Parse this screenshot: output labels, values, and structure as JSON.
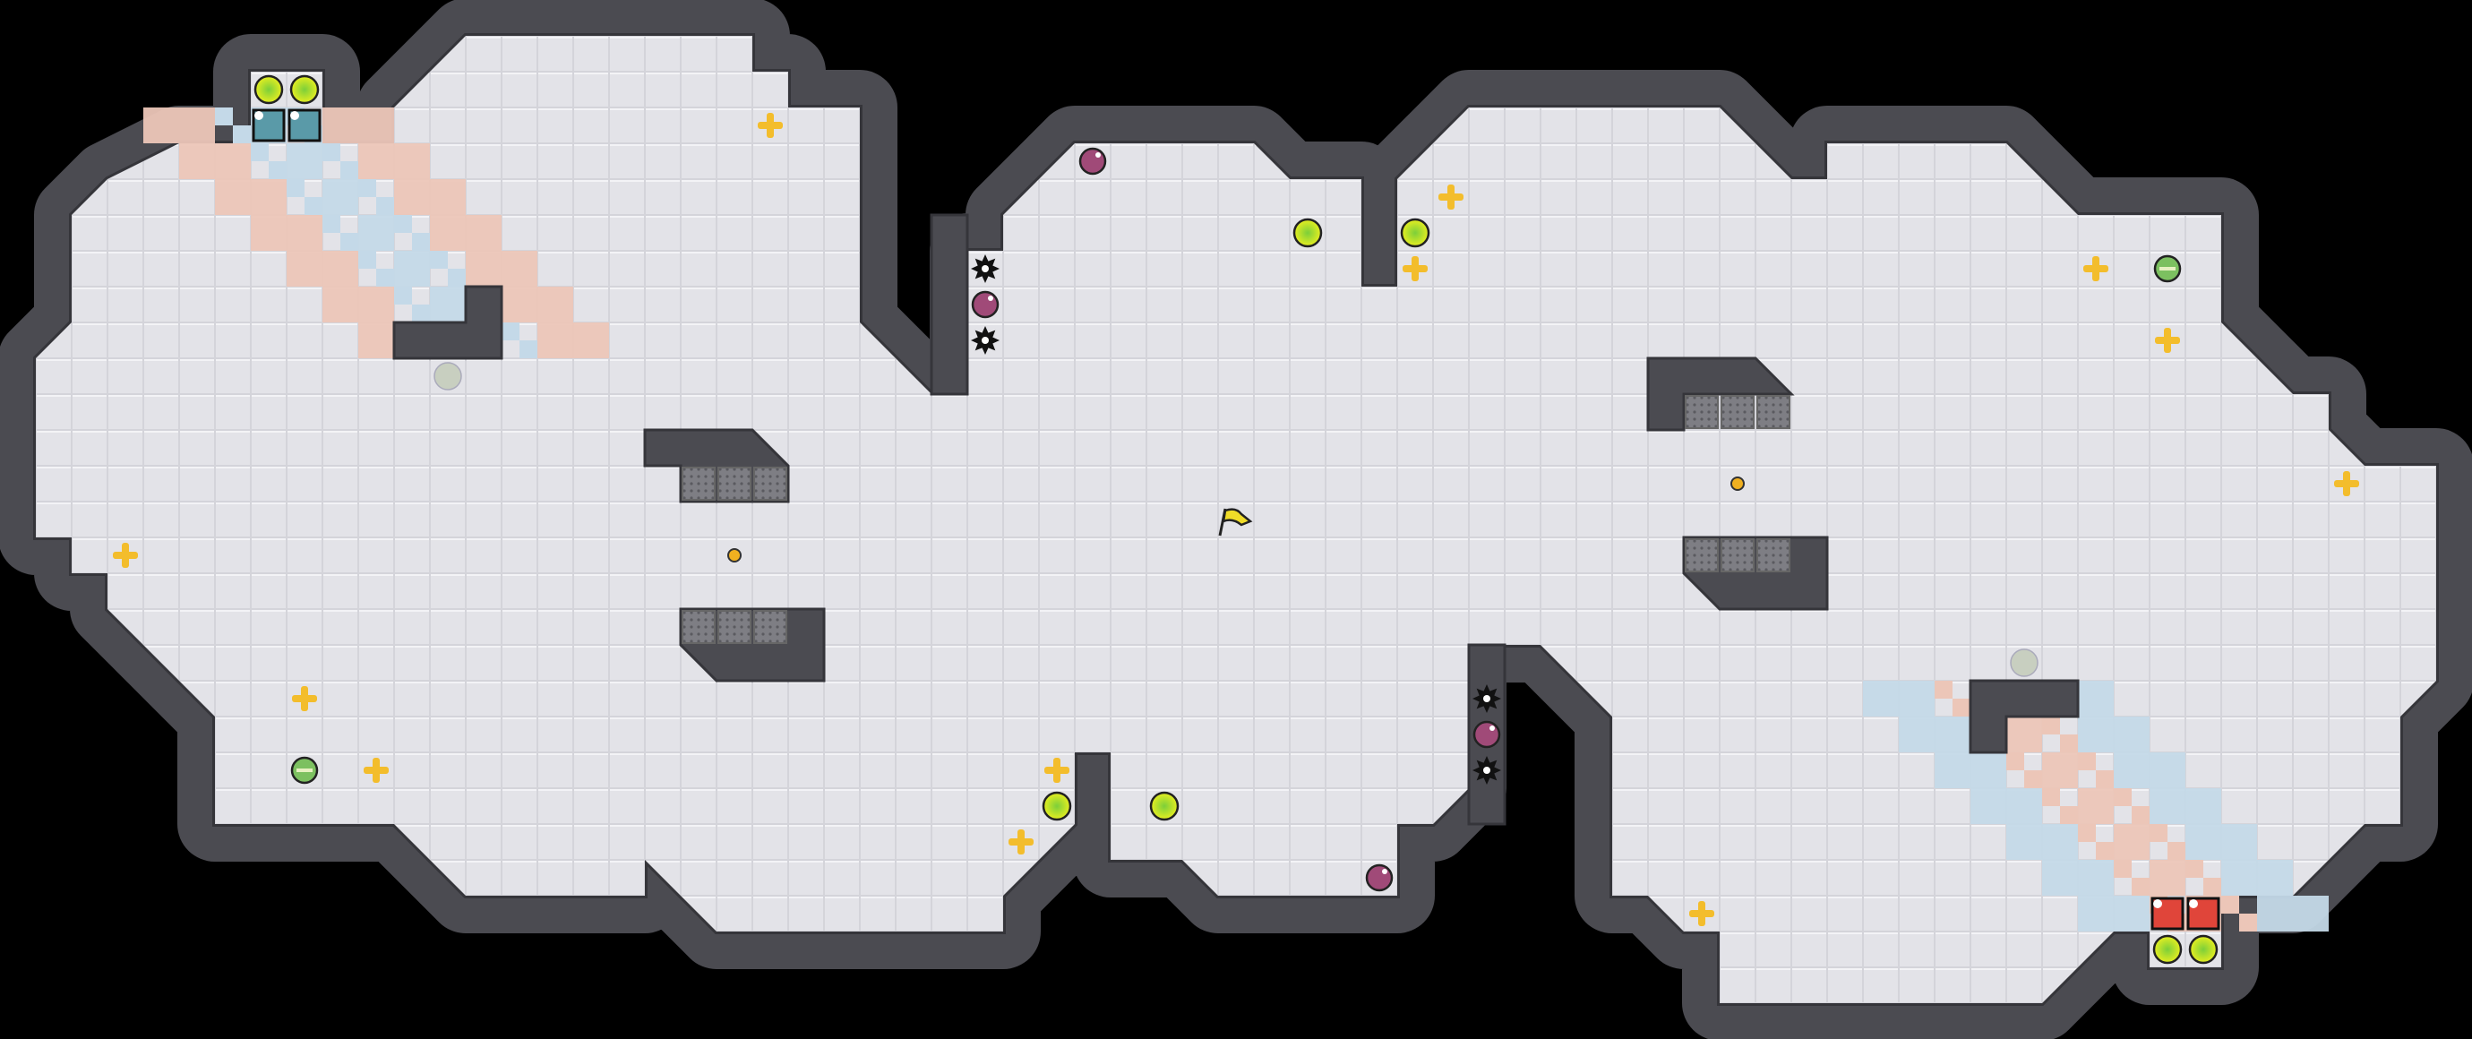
{
  "map": {
    "colors": {
      "background": "#000000",
      "wall": "#4b4b51",
      "wall_edge": "#35353a",
      "floor": "#e3e3e8",
      "floor_edge": "#f3f3f6",
      "red_tile": "#ecc6b8",
      "blue_tile": "#c4d9e8",
      "red_gate": "#e0453a",
      "blue_gate": "#5a9aa8",
      "boost": "#f3bd2c",
      "powerup": "#c6e02a",
      "bomb": "#a04a78",
      "flag": "#f0dc28",
      "grate": "#8a8a90"
    },
    "item_types": [
      "boost",
      "powerup",
      "rolling-bomb",
      "spike",
      "marsball",
      "empty-powerup",
      "button",
      "yellow-flag",
      "red-gate",
      "blue-gate",
      "grate"
    ]
  }
}
